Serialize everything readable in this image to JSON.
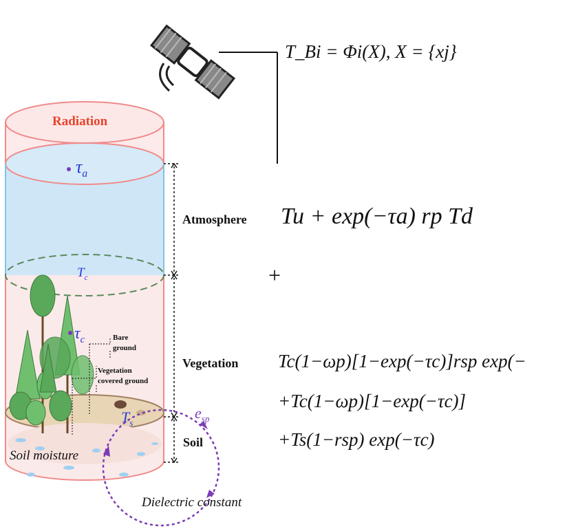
{
  "labels": {
    "radiation": "Radiation",
    "tau_a": "τ",
    "tau_a_sub": "a",
    "Tc_top": "T",
    "Tc_top_sub": "c",
    "tau_c": "τ",
    "tau_c_sub": "c",
    "Ts": "T",
    "Ts_sub": "s",
    "bare_ground_line1": "Bare",
    "bare_ground_line2": "ground",
    "veg_ground_line1": "Vegetation",
    "veg_ground_line2": "covered ground",
    "soil_moisture": "Soil moisture",
    "dielectric": "Dielectric constant",
    "esp": "e",
    "esp_sub": "sp",
    "atmosphere": "Atmosphere",
    "vegetation": "Vegetation",
    "soil": "Soil",
    "plus": "+"
  },
  "equations": {
    "top": "T_Bi = Φi(X), X = {xj}",
    "atmosphere": "Tu + exp(−τa) rp Td",
    "vegetation_line1": "Tc(1−ωp)[1−exp(−τc)]rsp exp(−",
    "vegetation_line2": "+Tc(1−ωp)[1−exp(−τc)]",
    "soil": "+Ts(1−rsp) exp(−τc)"
  },
  "colors": {
    "cylinder_outline": "#f08a8a",
    "atmosphere_fill": "#cfe6f7",
    "radiation_text": "#e8442c",
    "vegetation_green": "#5aa85a",
    "soil_fill": "#e8d5b5",
    "purple": "#7a3bb5",
    "blue_symbol": "#2a3bd8"
  }
}
